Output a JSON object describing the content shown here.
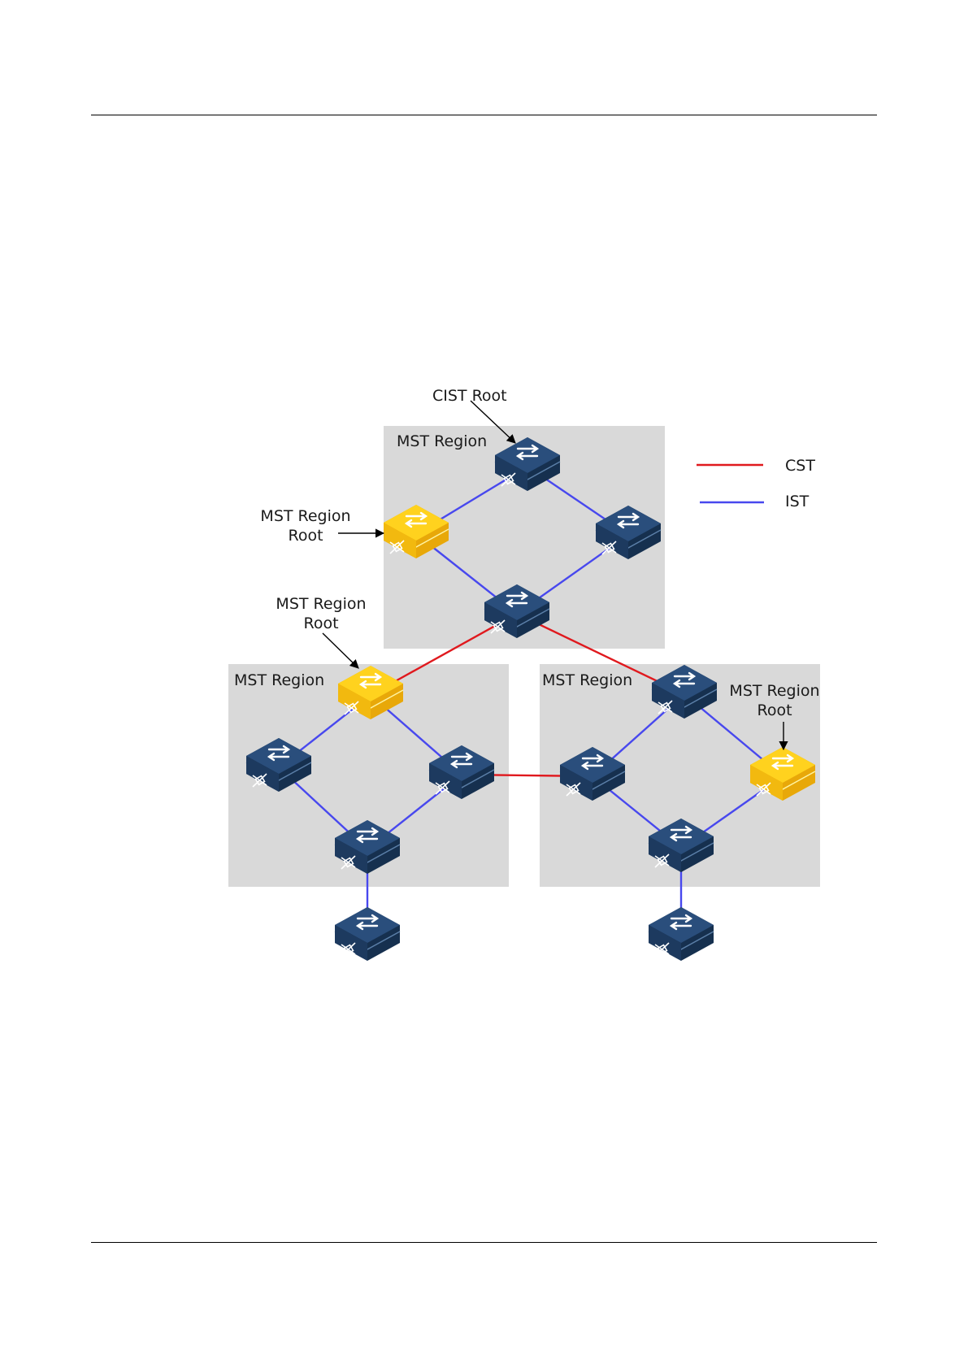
{
  "figure": {
    "labels": {
      "cist_root": "CIST Root",
      "mst_region": "MST Region",
      "mst_region_root_line1": "MST Region",
      "mst_region_root_line2": "Root"
    },
    "legend": {
      "cst": "CST",
      "ist": "IST"
    },
    "colors": {
      "cst_line": "#e0191e",
      "ist_line": "#4848ee",
      "region_fill": "#d9d9d9",
      "switch_blue": "#1f3d63",
      "switch_yellow": "#f6c512"
    }
  }
}
